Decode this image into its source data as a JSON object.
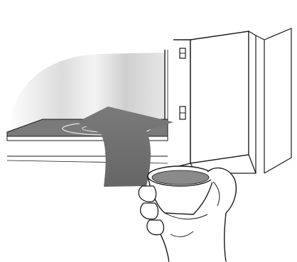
{
  "figure": {
    "subject": "placing-cup-on-microwave-turntable",
    "colors": {
      "outline": "#1a1a1a",
      "arrow": "#6e6e6e",
      "turntable": "#7a7a7a",
      "interior_shade": "#c8c8c8",
      "cup_liquid": "#8a8a8a",
      "background": "#ffffff"
    },
    "icons": [
      "microwave-oven",
      "turntable-tray",
      "curved-arrow",
      "hand-holding-cup"
    ]
  }
}
